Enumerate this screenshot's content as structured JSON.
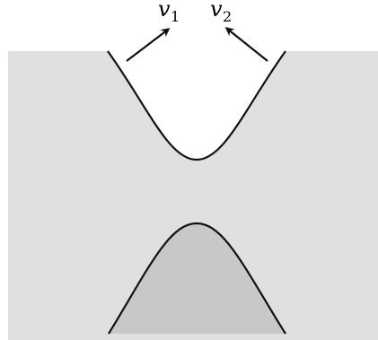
{
  "colors": {
    "background_region": "#e0e0e0",
    "lower_lobe_fill": "#c8c8c8",
    "curve_stroke": "#111111",
    "arrow_color": "#111111"
  },
  "labels": {
    "v1": {
      "symbol": "v",
      "subscript": "1"
    },
    "v2": {
      "symbol": "v",
      "subscript": "2"
    }
  }
}
